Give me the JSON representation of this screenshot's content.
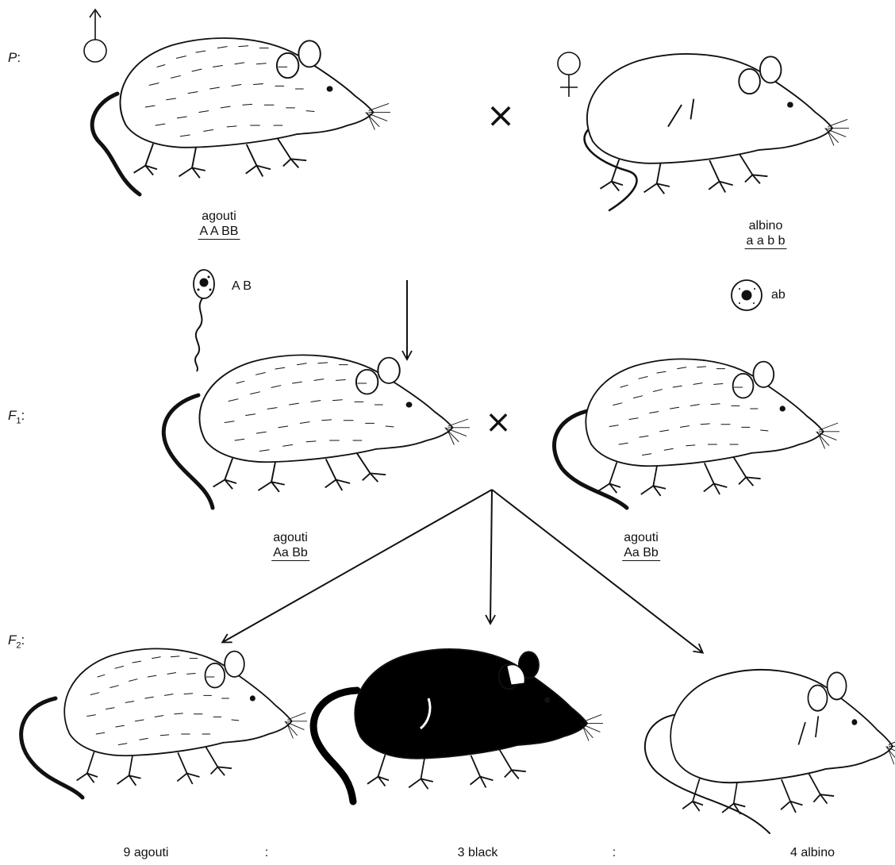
{
  "generations": {
    "p": "P",
    "p_colon": ":",
    "f1_letter": "F",
    "f1_sub": "1",
    "f1_colon": ":",
    "f2_letter": "F",
    "f2_sub": "2",
    "f2_colon": ":"
  },
  "cross_symbol": "×",
  "parents": {
    "male": {
      "symbol": "male-symbol-icon",
      "phenotype": "agouti",
      "genotype": "A A BB",
      "coat_color": "#ffffff"
    },
    "female": {
      "symbol": "female-symbol-icon",
      "phenotype": "albino",
      "genotype": "a a b b",
      "coat_color": "#ffffff"
    }
  },
  "gametes": {
    "sperm": {
      "icon": "sperm-cell-icon",
      "label": "A B"
    },
    "egg": {
      "icon": "egg-cell-icon",
      "label": "ab"
    }
  },
  "f1": {
    "left": {
      "phenotype": "agouti",
      "genotype": "Aa Bb"
    },
    "right": {
      "phenotype": "agouti",
      "genotype": "Aa Bb"
    }
  },
  "f2": {
    "ratio": [
      {
        "label": "9 agouti",
        "coat_color": "#ffffff"
      },
      {
        "label": "3 black",
        "coat_color": "#000000"
      },
      {
        "label": "4 albino",
        "coat_color": "#ffffff"
      }
    ],
    "separator": ":"
  },
  "colors": {
    "ink": "#111111",
    "background": "#ffffff",
    "black_coat": "#000000"
  }
}
